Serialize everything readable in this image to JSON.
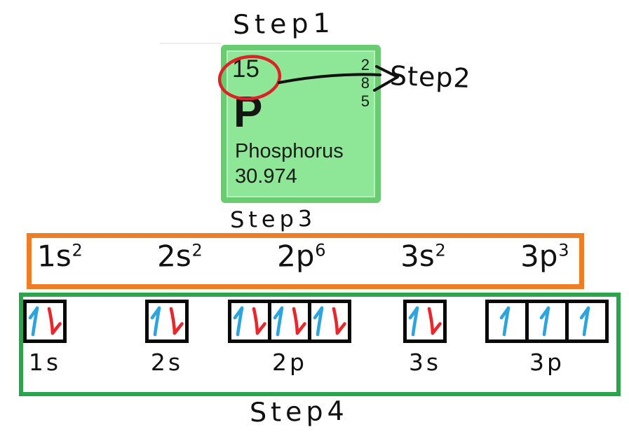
{
  "steps": {
    "step1": "Step1",
    "step2": "Step2",
    "step3": "Step3",
    "step4": "Step4"
  },
  "element_tile": {
    "atomic_number": "15",
    "symbol": "P",
    "name": "Phosphorus",
    "atomic_mass": "30.974",
    "shell_electrons": [
      "2",
      "8",
      "5"
    ],
    "colors": {
      "fill": "#8ee697",
      "border": "#68cd70"
    }
  },
  "annotations": {
    "circle_color": "#df2127",
    "ink_color": "#111111"
  },
  "electron_configuration": [
    {
      "base": "1s",
      "sup": "2"
    },
    {
      "base": "2s",
      "sup": "2"
    },
    {
      "base": "2p",
      "sup": "6"
    },
    {
      "base": "3s",
      "sup": "2"
    },
    {
      "base": "3p",
      "sup": "3"
    }
  ],
  "orbital_diagram": {
    "up_color": "#2ba5de",
    "down_color": "#e8262c",
    "groups": [
      {
        "label": "1s",
        "boxes": [
          [
            "up",
            "down"
          ]
        ]
      },
      {
        "label": "2s",
        "boxes": [
          [
            "up",
            "down"
          ]
        ]
      },
      {
        "label": "2p",
        "boxes": [
          [
            "up",
            "down"
          ],
          [
            "up",
            "down"
          ],
          [
            "up",
            "down"
          ]
        ]
      },
      {
        "label": "3s",
        "boxes": [
          [
            "up",
            "down"
          ]
        ]
      },
      {
        "label": "3p",
        "boxes": [
          [
            "up"
          ],
          [
            "up"
          ],
          [
            "up"
          ]
        ]
      }
    ]
  },
  "boxes": {
    "step3_border_color": "#ef7d25",
    "step4_border_color": "#2ba44b"
  }
}
